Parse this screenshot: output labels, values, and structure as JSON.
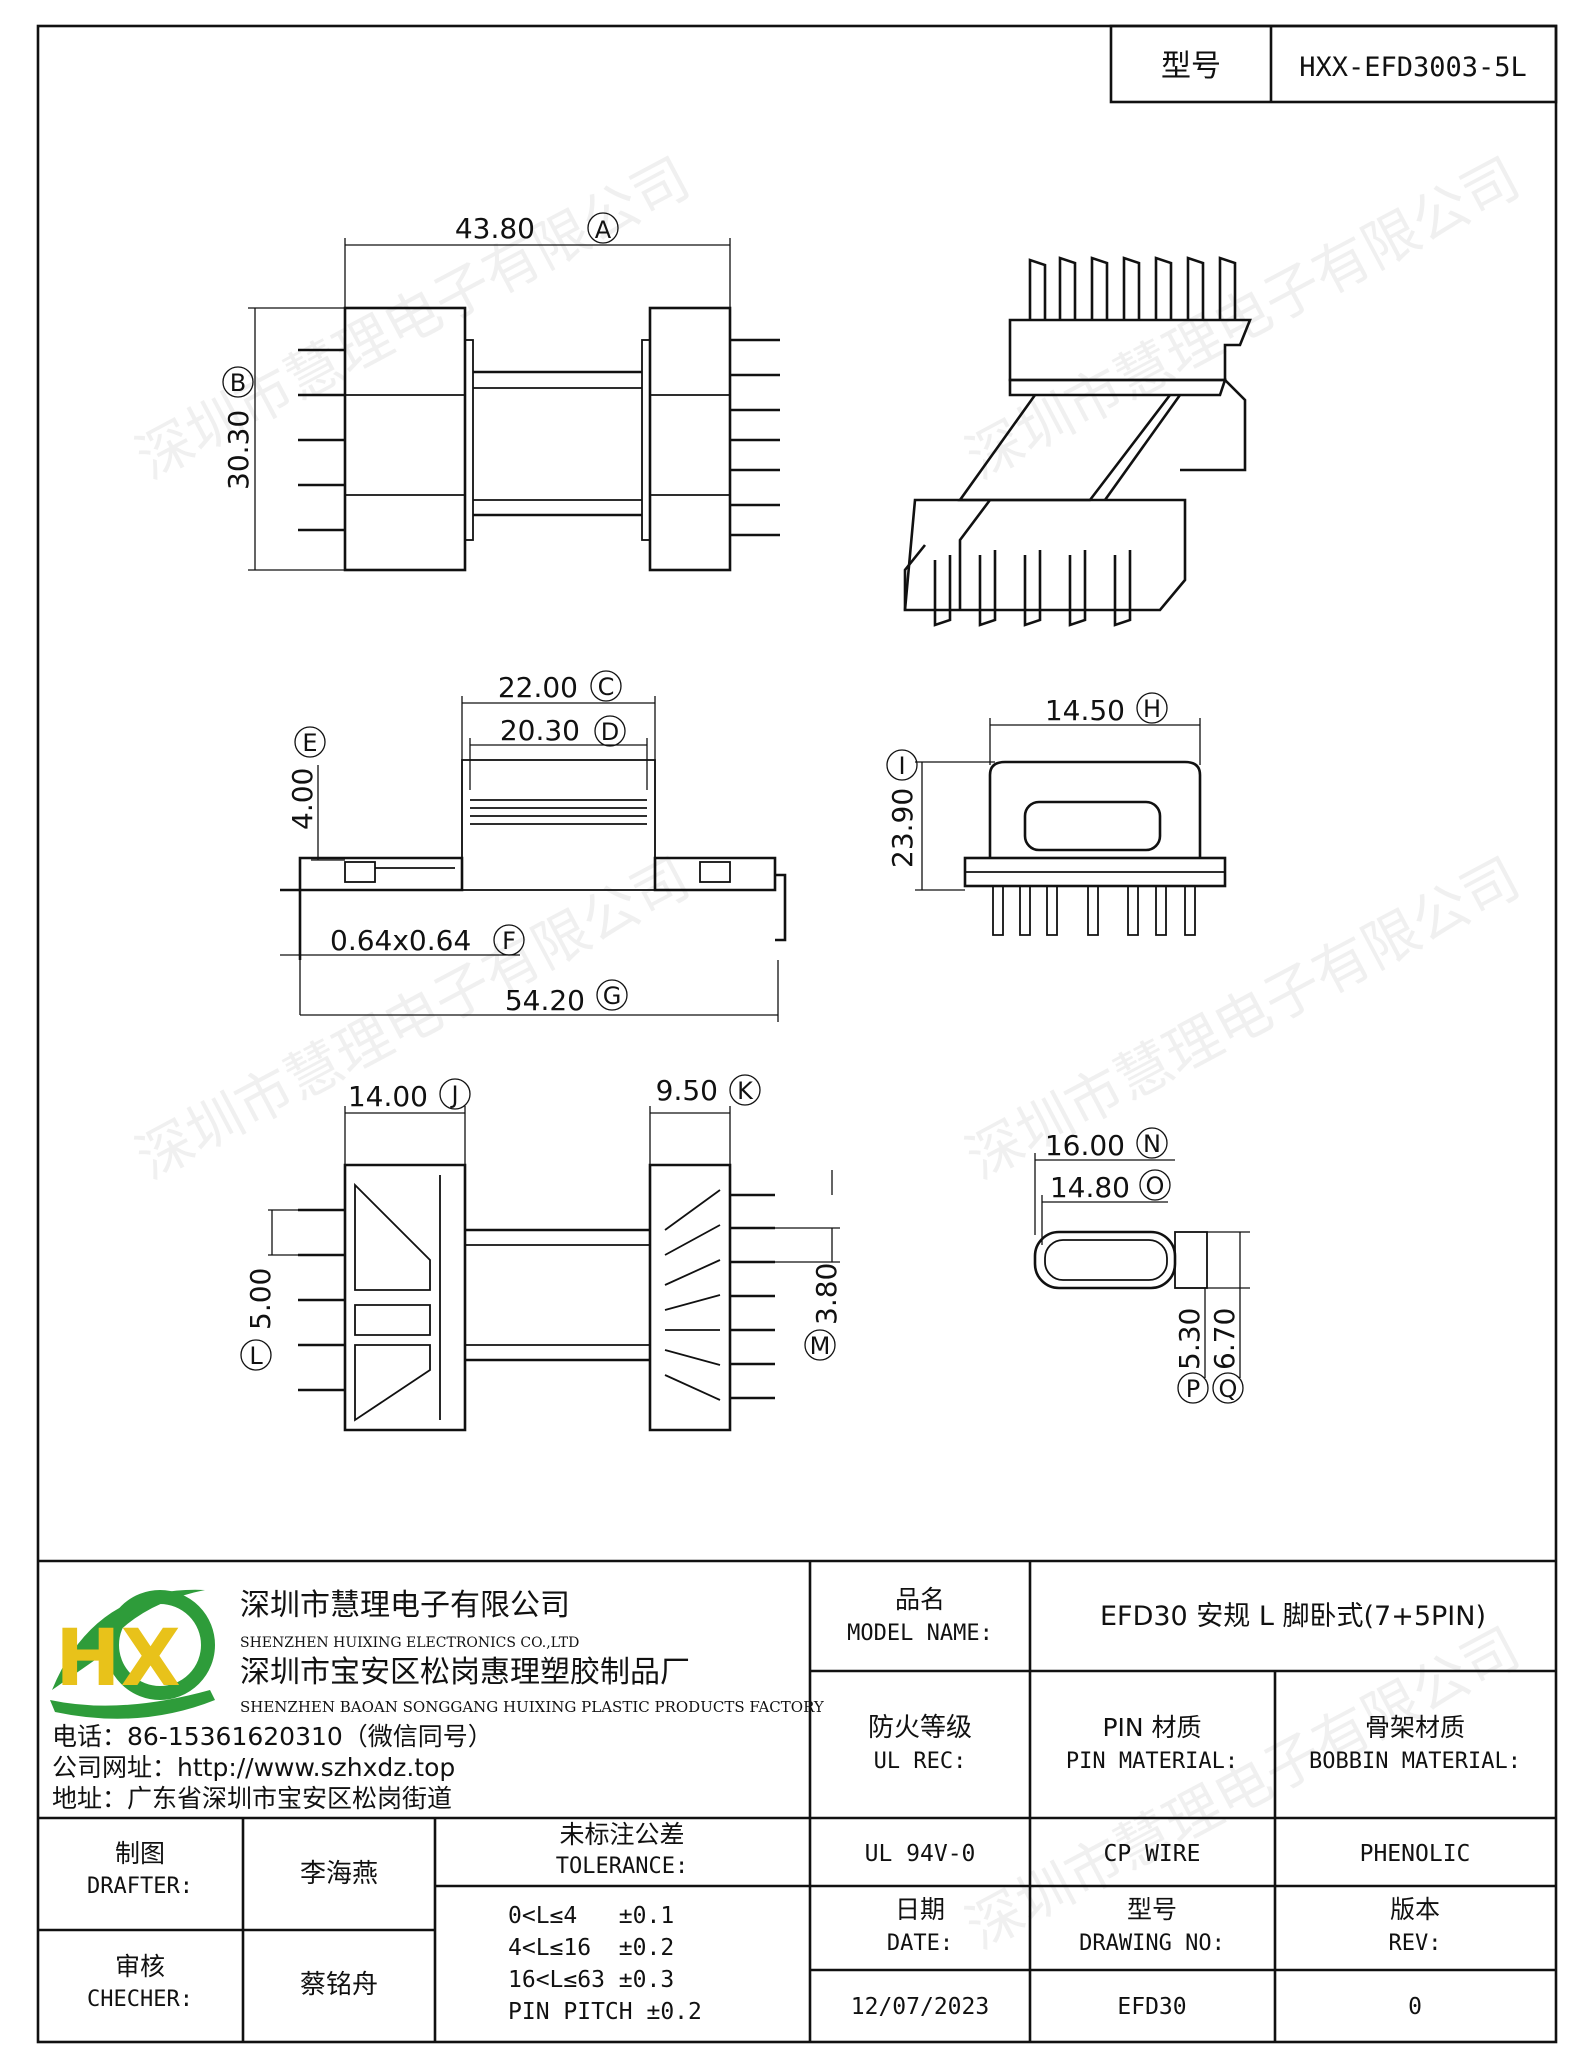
{
  "header": {
    "model_label": "型号",
    "model_value": "HXX-EFD3003-5L"
  },
  "watermark": "深圳市慧理电子有限公司",
  "dimensions": [
    {
      "letter": "A",
      "value": "43.80"
    },
    {
      "letter": "B",
      "value": "30.30"
    },
    {
      "letter": "C",
      "value": "22.00"
    },
    {
      "letter": "D",
      "value": "20.30"
    },
    {
      "letter": "E",
      "value": "4.00"
    },
    {
      "letter": "F",
      "value": "0.64x0.64"
    },
    {
      "letter": "G",
      "value": "54.20"
    },
    {
      "letter": "H",
      "value": "14.50"
    },
    {
      "letter": "I",
      "value": "23.90"
    },
    {
      "letter": "J",
      "value": "14.00"
    },
    {
      "letter": "K",
      "value": "9.50"
    },
    {
      "letter": "L",
      "value": "5.00"
    },
    {
      "letter": "M",
      "value": "3.80"
    },
    {
      "letter": "N",
      "value": "16.00"
    },
    {
      "letter": "O",
      "value": "14.80"
    },
    {
      "letter": "P",
      "value": "5.30"
    },
    {
      "letter": "Q",
      "value": "6.70"
    }
  ],
  "company": {
    "logo_text": "HX",
    "name_cn": "深圳市慧理电子有限公司",
    "name_en": "SHENZHEN HUIXING ELECTRONICS CO.,LTD",
    "factory_cn": "深圳市宝安区松岗惠理塑胶制品厂",
    "factory_en": "SHENZHEN BAOAN SONGGANG HUIXING PLASTIC PRODUCTS FACTORY",
    "phone": "电话：86-15361620310（微信同号）",
    "website": "公司网址：http://www.szhxdz.top",
    "address": "地址：广东省深圳市宝安区松岗街道"
  },
  "title_block": {
    "product_name_cn": "品名",
    "product_name_en": "MODEL NAME:",
    "product_name_value": "EFD30 安规 L 脚卧式(7+5PIN)",
    "fire_cn": "防火等级",
    "fire_en": "UL REC:",
    "pin_mat_cn": "PIN 材质",
    "pin_mat_en": "PIN MATERIAL:",
    "bobbin_mat_cn": "骨架材质",
    "bobbin_mat_en": "BOBBIN MATERIAL:",
    "fire_value": "UL 94V-0",
    "pin_mat_value": "CP WIRE",
    "bobbin_mat_value": "PHENOLIC",
    "drafter_cn": "制图",
    "drafter_en": "DRAFTER:",
    "drafter_value": "李海燕",
    "checker_cn": "审核",
    "checker_en": "CHECHER:",
    "checker_value": "蔡铭舟",
    "tolerance_cn": "未标注公差",
    "tolerance_en": "TOLERANCE:",
    "tolerance_lines": [
      "0<L≤4   ±0.1",
      "4<L≤16  ±0.2",
      "16<L≤63 ±0.3",
      "PIN PITCH ±0.2"
    ],
    "date_cn": "日期",
    "date_en": "DATE:",
    "date_value": "12/07/2023",
    "drawing_no_cn": "型号",
    "drawing_no_en": "DRAWING NO:",
    "drawing_no_value": "EFD30",
    "rev_cn": "版本",
    "rev_en": "REV:",
    "rev_value": "0"
  }
}
